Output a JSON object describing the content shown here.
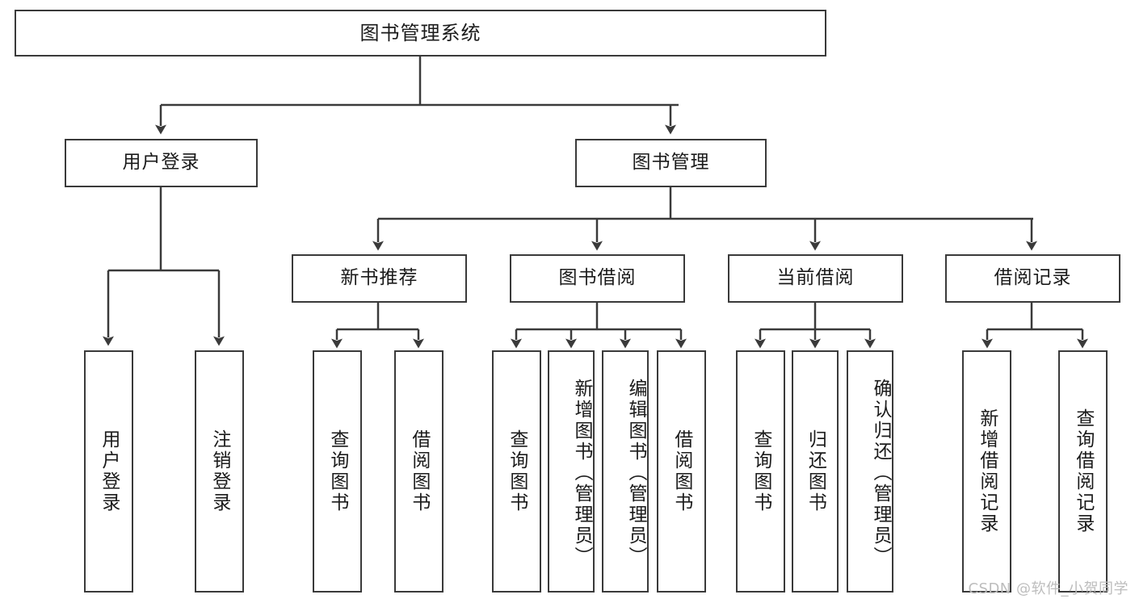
{
  "diagram": {
    "title": "图书管理系统",
    "type": "tree-hierarchy",
    "watermark": "CSDN @软件_小贺同学",
    "colors": {
      "stroke": "#3a3a3a",
      "fill": "#ffffff",
      "text": "#1b1b1b",
      "watermark": "#bdbdbd"
    },
    "nodes": {
      "root": {
        "label": "图书管理系统",
        "orientation": "horizontal"
      },
      "level1": [
        {
          "id": "user-login",
          "label": "用户登录",
          "orientation": "horizontal"
        },
        {
          "id": "book-manage",
          "label": "图书管理",
          "orientation": "horizontal"
        }
      ],
      "level2": [
        {
          "id": "new-book-recommend",
          "label": "新书推荐",
          "orientation": "horizontal"
        },
        {
          "id": "book-borrow",
          "label": "图书借阅",
          "orientation": "horizontal"
        },
        {
          "id": "current-borrow",
          "label": "当前借阅",
          "orientation": "horizontal"
        },
        {
          "id": "borrow-record",
          "label": "借阅记录",
          "orientation": "horizontal"
        }
      ],
      "leaves": {
        "user-login": [
          {
            "id": "leaf-user-login",
            "label": "用户登录",
            "orientation": "vertical"
          },
          {
            "id": "leaf-logout-login",
            "label": "注销登录",
            "orientation": "vertical"
          }
        ],
        "new-book-recommend": [
          {
            "id": "leaf-query-book-1",
            "label": "查询图书",
            "orientation": "vertical"
          },
          {
            "id": "leaf-borrow-book-1",
            "label": "借阅图书",
            "orientation": "vertical"
          }
        ],
        "book-borrow": [
          {
            "id": "leaf-query-book-2",
            "label": "查询图书",
            "orientation": "vertical"
          },
          {
            "id": "leaf-add-book",
            "label": "新增图书（管理员）",
            "orientation": "vertical"
          },
          {
            "id": "leaf-edit-book",
            "label": "编辑图书（管理员）",
            "orientation": "vertical"
          },
          {
            "id": "leaf-borrow-book-2",
            "label": "借阅图书",
            "orientation": "vertical"
          }
        ],
        "current-borrow": [
          {
            "id": "leaf-query-book-3",
            "label": "查询图书",
            "orientation": "vertical"
          },
          {
            "id": "leaf-return-book",
            "label": "归还图书",
            "orientation": "vertical"
          },
          {
            "id": "leaf-confirm-return",
            "label": "确认归还（管理员）",
            "orientation": "vertical"
          }
        ],
        "borrow-record": [
          {
            "id": "leaf-add-record",
            "label": "新增借阅记录",
            "orientation": "vertical"
          },
          {
            "id": "leaf-query-record",
            "label": "查询借阅记录",
            "orientation": "vertical"
          }
        ]
      }
    }
  }
}
